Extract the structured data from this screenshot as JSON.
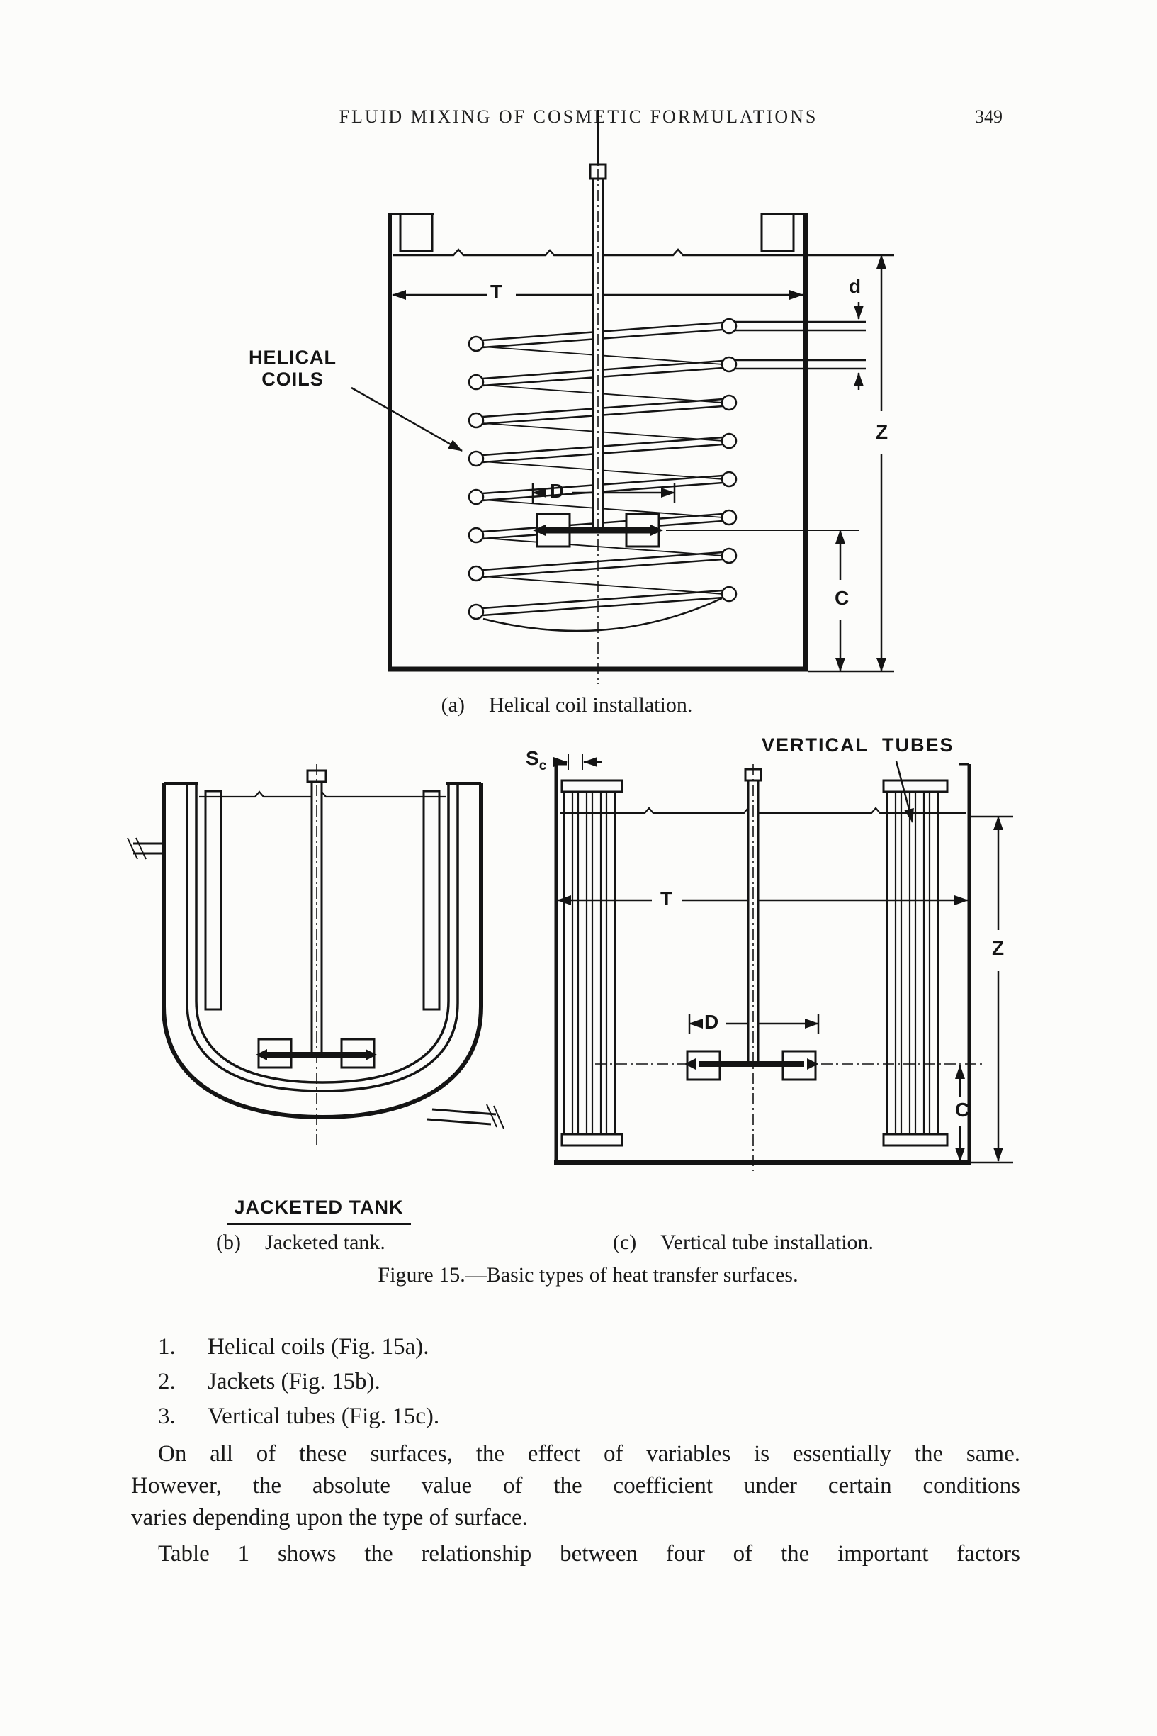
{
  "colors": {
    "paper": "#fcfcfa",
    "ink": "#141414"
  },
  "page": {
    "header": "FLUID MIXING OF COSMETIC FORMULATIONS",
    "page_number": "349"
  },
  "figure_a": {
    "labels": {
      "helical1": "HELICAL",
      "helical2": "COILS",
      "t": "T",
      "d": "d",
      "z": "Z",
      "dd": "D",
      "c": "C"
    },
    "caption_marker": "(a)",
    "caption": "Helical coil installation."
  },
  "figure_b": {
    "label": "JACKETED TANK",
    "caption_marker": "(b)",
    "caption": "Jacketed tank."
  },
  "figure_c": {
    "labels": {
      "vertical_tubes": "VERTICAL  TUBES",
      "s": "S",
      "c_sub": "c",
      "t": "T",
      "z": "Z",
      "d": "D",
      "c": "C"
    },
    "caption_marker": "(c)",
    "caption": "Vertical tube installation."
  },
  "figure_caption": "Figure 15.—Basic types of heat transfer surfaces.",
  "body": {
    "list": [
      {
        "num": "1.",
        "text": "Helical coils (Fig. 15a)."
      },
      {
        "num": "2.",
        "text": "Jackets (Fig. 15b)."
      },
      {
        "num": "3.",
        "text": "Vertical tubes (Fig. 15c)."
      }
    ],
    "para1_lines": [
      "On all of these surfaces, the effect of variables is essentially the same.",
      "However, the absolute value of the coefficient under certain conditions",
      "varies depending upon the type of surface."
    ],
    "para2_lines": [
      "Table 1 shows the relationship between four of the important factors"
    ]
  }
}
